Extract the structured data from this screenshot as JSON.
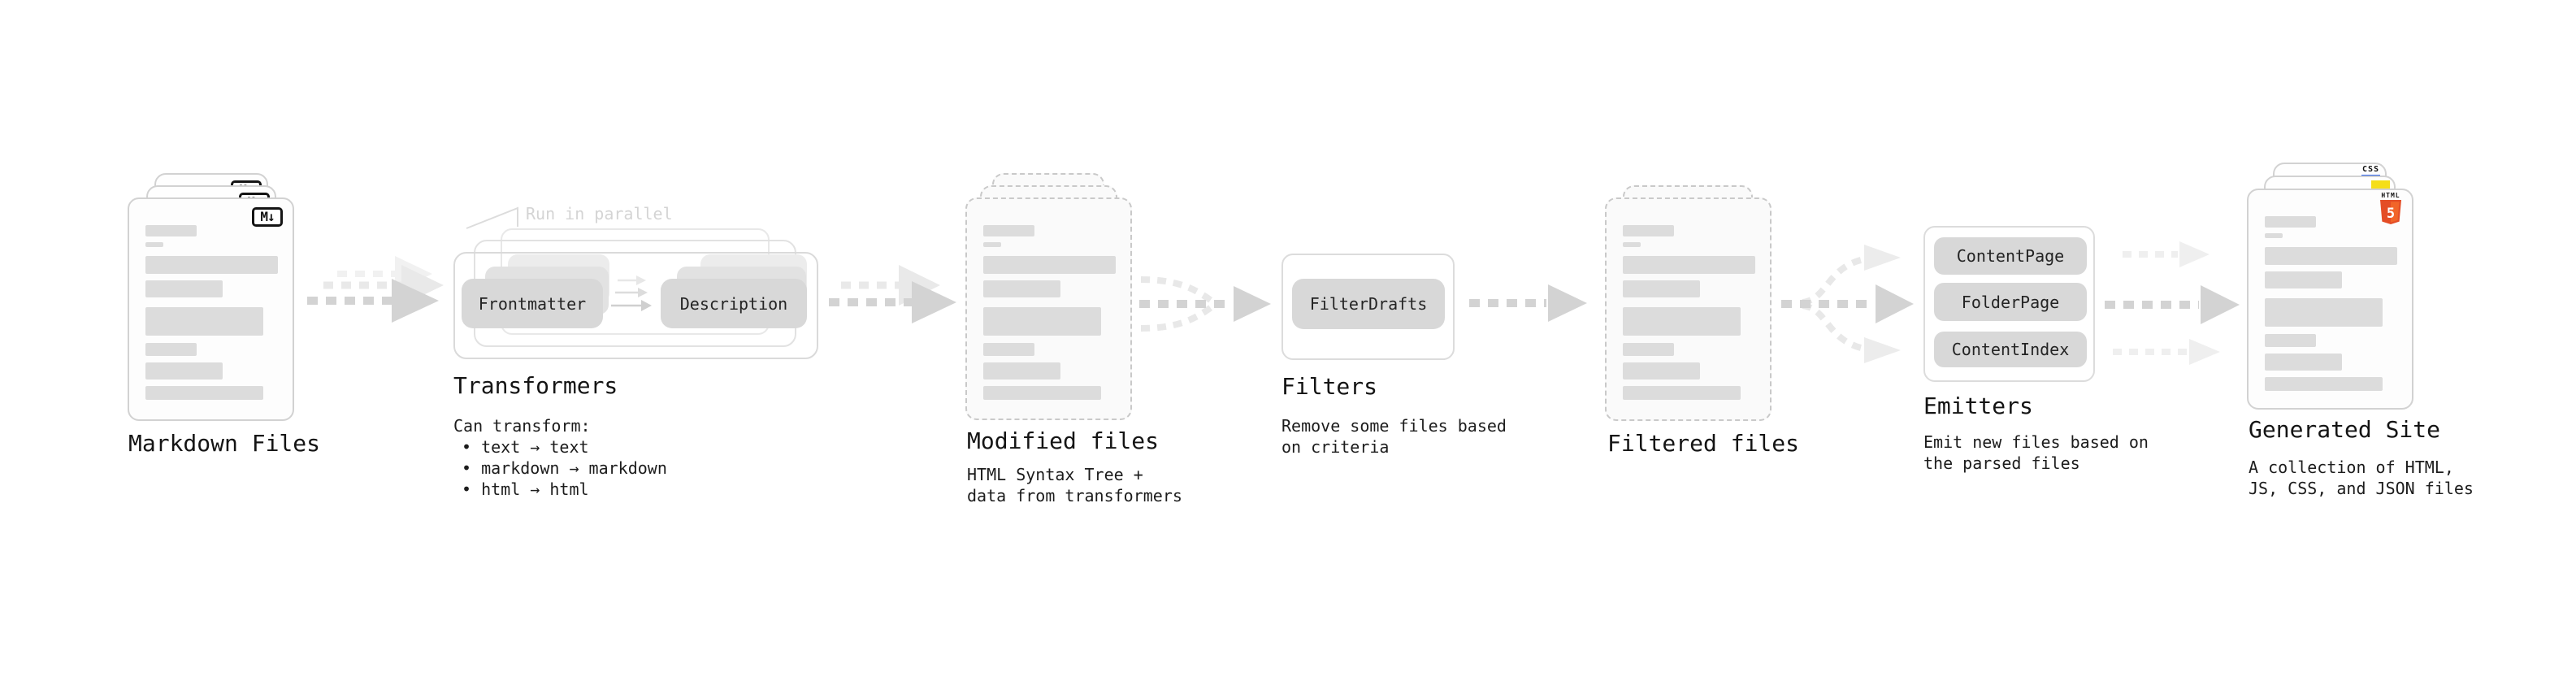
{
  "colors": {
    "html5_orange": "#e44d26",
    "html5_orange_light": "#f16529",
    "js_yellow": "#f5de19",
    "css_blue": "#2b62e9",
    "bar_gray": "#dcdcdc",
    "pill_gray": "#d8d8d8",
    "arrow_dark": "#d3d3d3",
    "arrow_faint": "#e9e9e9"
  },
  "nodes": {
    "markdown_files": {
      "label": "Markdown Files",
      "badge": "M↓"
    },
    "transformers": {
      "label": "Transformers",
      "annotation": "Run in parallel",
      "pill_left": "Frontmatter",
      "pill_right": "Description",
      "caption_title": "Can transform:",
      "bullets": [
        "• text → text",
        "• markdown → markdown",
        "• html → html"
      ]
    },
    "modified_files": {
      "label": "Modified files",
      "caption": "HTML Syntax Tree +\ndata from transformers"
    },
    "filters": {
      "label": "Filters",
      "pill": "FilterDrafts",
      "caption": "Remove some files based\non criteria"
    },
    "filtered_files": {
      "label": "Filtered files"
    },
    "emitters": {
      "label": "Emitters",
      "pills": [
        "ContentPage",
        "FolderPage",
        "ContentIndex"
      ],
      "caption": "Emit new files based on\nthe parsed files"
    },
    "generated_site": {
      "label": "Generated Site",
      "caption": "A collection of HTML,\nJS, CSS, and JSON files",
      "badge_css": "CSS",
      "badge_html_word": "HTML",
      "badge_html_number": "5"
    }
  }
}
